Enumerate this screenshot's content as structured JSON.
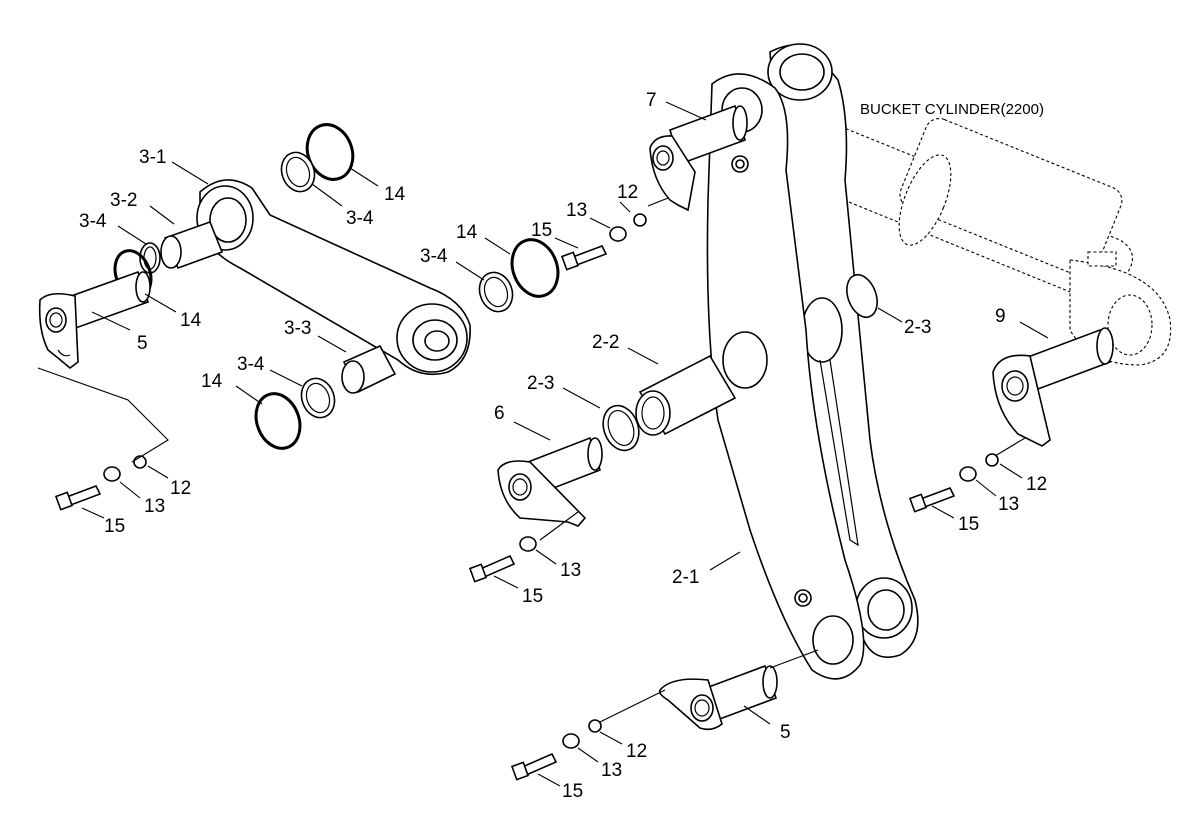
{
  "diagram": {
    "title": "BUCKET CYLINDER(2200)",
    "labels": {
      "l_7": "7",
      "l_3_1": "3-1",
      "l_14_a": "14",
      "l_3_4_a": "3-4",
      "l_3_2": "3-2",
      "l_3_4_b": "3-4",
      "l_5_a": "5",
      "l_14_b": "14",
      "l_12_a": "12",
      "l_13_a": "13",
      "l_15_a": "15",
      "l_14_c": "14",
      "l_3_4_c": "3-4",
      "l_2_3_a": "2-3",
      "l_3_3": "3-3",
      "l_2_2": "2-2",
      "l_3_4_d": "3-4",
      "l_14_d": "14",
      "l_2_3_b": "2-3",
      "l_9": "9",
      "l_6": "6",
      "l_12_b": "12",
      "l_13_b": "13",
      "l_15_b": "15",
      "l_12_c": "12",
      "l_13_c": "13",
      "l_15_c": "15",
      "l_13_d": "13",
      "l_15_d": "15",
      "l_2_1": "2-1",
      "l_5_b": "5",
      "l_12_d": "12",
      "l_13_e": "13",
      "l_15_e": "15"
    }
  }
}
